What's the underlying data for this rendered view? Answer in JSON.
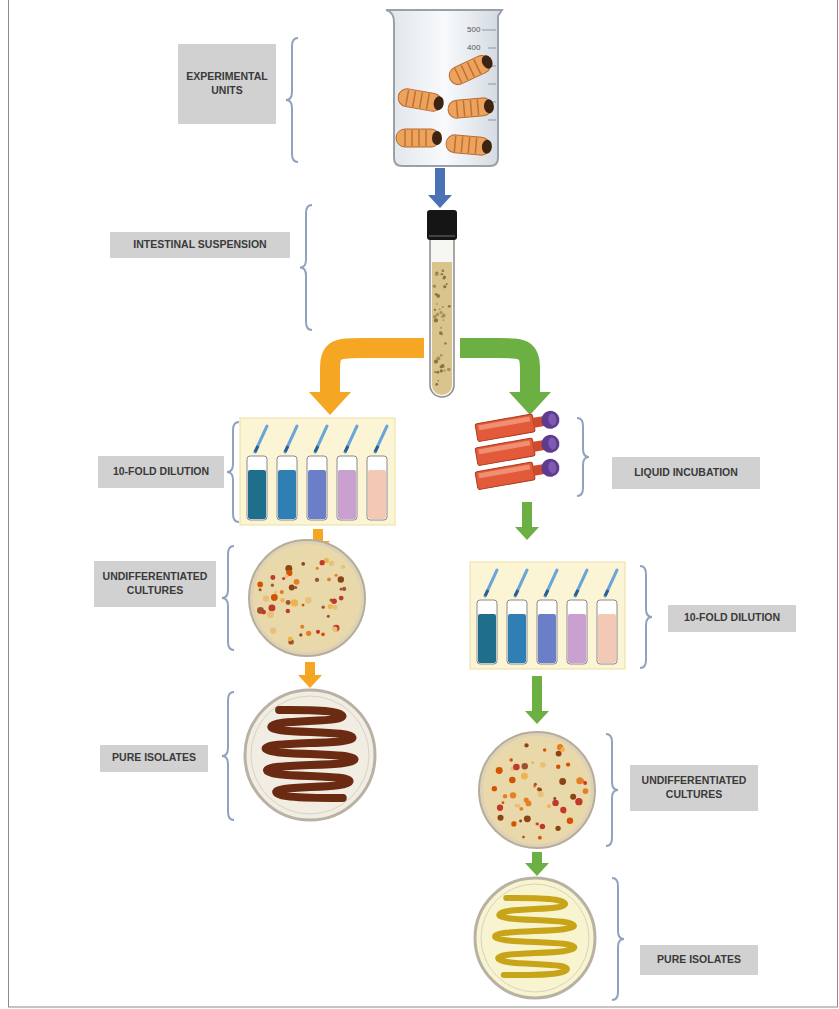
{
  "diagram": {
    "nodes": [
      {
        "text": [
          "EXPERIMENTAL UNITS"
        ]
      },
      {
        "text": [
          "INTESTINAL SUSPENSION"
        ]
      },
      {
        "text": [
          "10-FOLD DILUTION"
        ]
      },
      {
        "text": [
          "LIQUID INCUBATION"
        ]
      },
      {
        "text": [
          "UNDIFFERENTIATED CULTURES"
        ]
      },
      {
        "text": [
          "10-FOLD DILUTION"
        ]
      },
      {
        "text": [
          "PURE ISOLATES"
        ]
      },
      {
        "text": [
          "UNDIFFERENTIATED CULTURES"
        ]
      },
      {
        "text": [
          "PURE ISOLATES"
        ]
      }
    ],
    "labels": [
      "500",
      "400"
    ]
  }
}
